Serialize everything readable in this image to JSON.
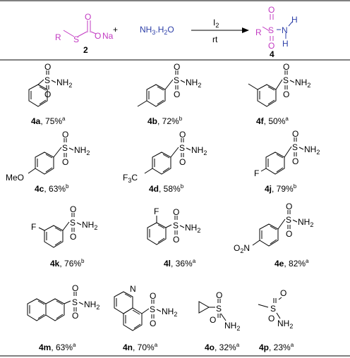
{
  "scheme": {
    "reactant_label": "2",
    "product_label": "4",
    "plus": "+",
    "reagent": "NH3.H2O",
    "condition_top": "I2",
    "condition_bottom": "rt"
  },
  "colors": {
    "sulfinate": "#c23ac2",
    "ammonia": "#2d3fa8",
    "ink": "#000000"
  },
  "products": [
    {
      "id": "4a",
      "yield": "75%",
      "note": "a"
    },
    {
      "id": "4b",
      "yield": "72%",
      "note": "b"
    },
    {
      "id": "4f",
      "yield": "50%",
      "note": "a"
    },
    {
      "id": "4c",
      "yield": "63%",
      "note": "b"
    },
    {
      "id": "4d",
      "yield": "58%",
      "note": "b"
    },
    {
      "id": "4j",
      "yield": "79%",
      "note": "b"
    },
    {
      "id": "4k",
      "yield": "76%",
      "note": "b"
    },
    {
      "id": "4l",
      "yield": "36%",
      "note": "a"
    },
    {
      "id": "4e",
      "yield": "82%",
      "note": "a"
    },
    {
      "id": "4m",
      "yield": "63%",
      "note": "a"
    },
    {
      "id": "4n",
      "yield": "70%",
      "note": "a"
    },
    {
      "id": "4o",
      "yield": "32%",
      "note": "a"
    },
    {
      "id": "4p",
      "yield": "23%",
      "note": "a"
    }
  ]
}
